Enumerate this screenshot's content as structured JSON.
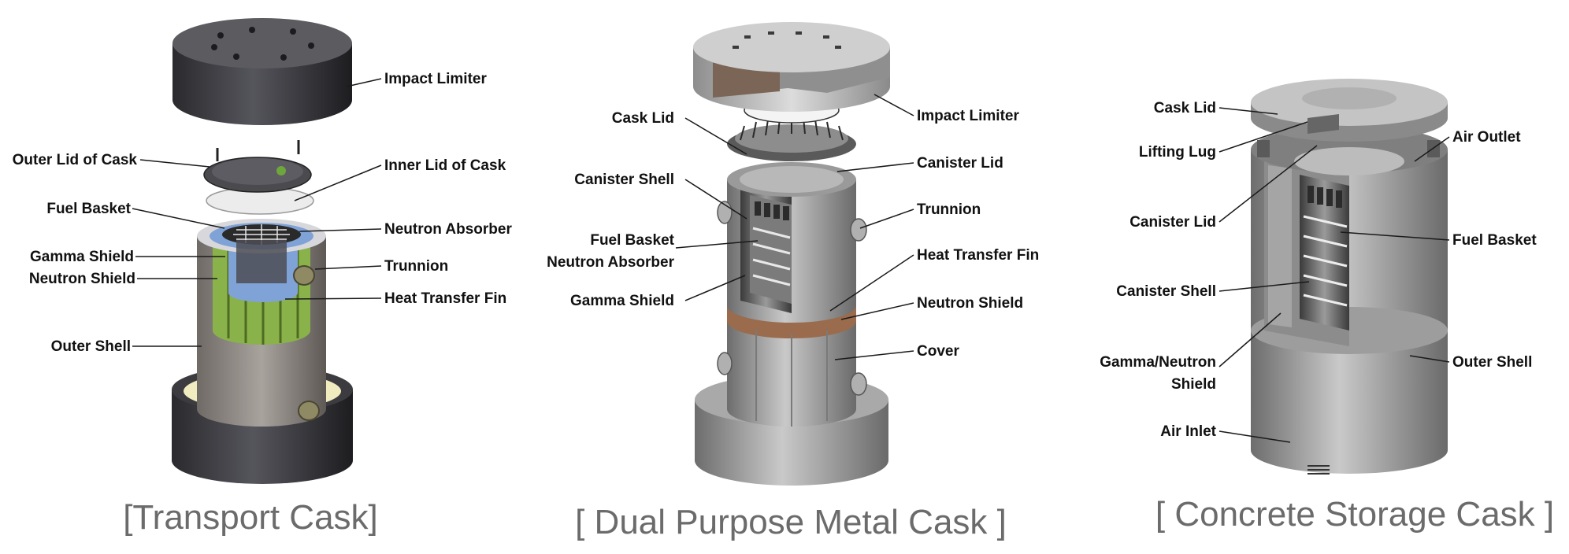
{
  "transport_cask": {
    "caption": "[Transport Cask]",
    "labels": {
      "impact_limiter": "Impact Limiter",
      "outer_lid": "Outer Lid of Cask",
      "inner_lid": "Inner Lid of Cask",
      "fuel_basket": "Fuel Basket",
      "neutron_absorber": "Neutron Absorber",
      "gamma_shield": "Gamma Shield",
      "trunnion": "Trunnion",
      "neutron_shield": "Neutron Shield",
      "heat_transfer_fin": "Heat Transfer Fin",
      "outer_shell": "Outer Shell"
    }
  },
  "dual_purpose_cask": {
    "caption": "[ Dual Purpose Metal Cask ]",
    "labels": {
      "cask_lid": "Cask Lid",
      "impact_limiter": "Impact Limiter",
      "canister_lid": "Canister Lid",
      "canister_shell": "Canister Shell",
      "trunnion": "Trunnion",
      "fuel_basket": "Fuel Basket",
      "neutron_absorber": "Neutron Absorber",
      "heat_transfer_fin": "Heat Transfer Fin",
      "gamma_shield": "Gamma Shield",
      "neutron_shield": "Neutron Shield",
      "cover": "Cover"
    }
  },
  "concrete_cask": {
    "caption": "[ Concrete Storage Cask ]",
    "labels": {
      "cask_lid": "Cask Lid",
      "air_outlet": "Air Outlet",
      "lifting_lug": "Lifting Lug",
      "canister_lid": "Canister Lid",
      "fuel_basket": "Fuel Basket",
      "canister_shell": "Canister Shell",
      "gamma_neutron_shield_1": "Gamma/Neutron",
      "gamma_neutron_shield_2": "Shield",
      "outer_shell": "Outer Shell",
      "air_inlet": "Air Inlet"
    }
  }
}
